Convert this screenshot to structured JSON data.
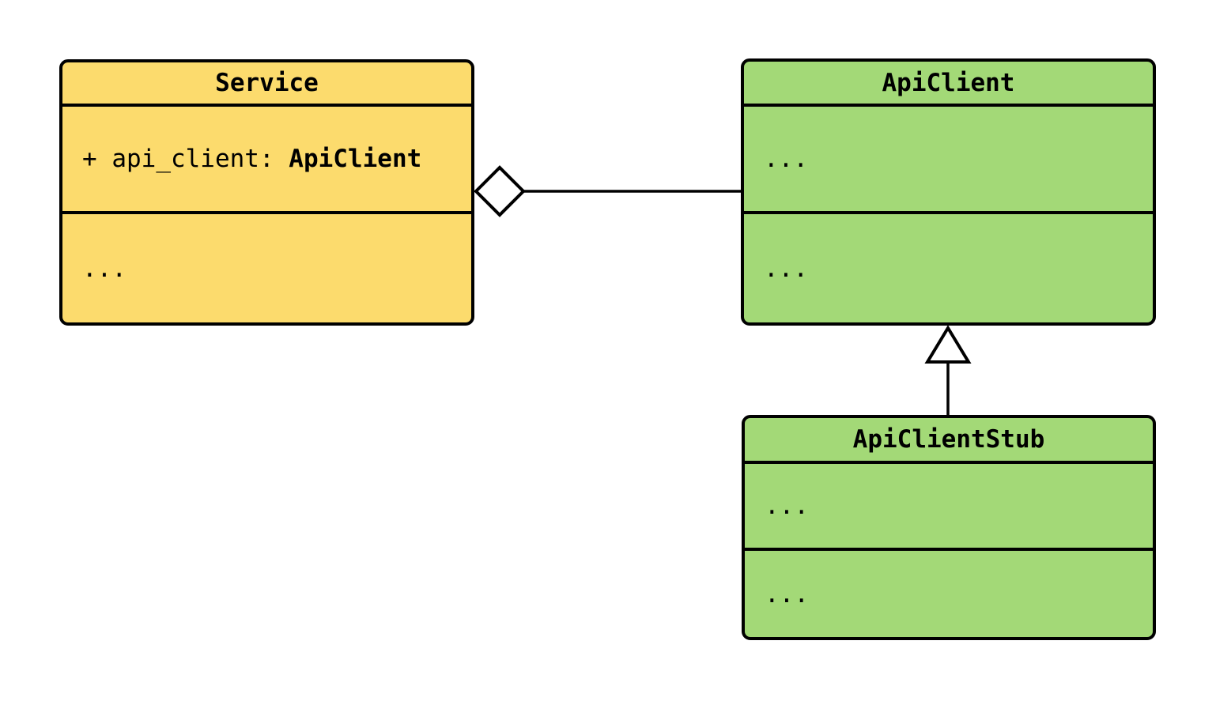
{
  "diagram": {
    "type": "uml-class-diagram",
    "classes": {
      "service": {
        "title": "Service",
        "attribute_plain": "+ api_client: ",
        "attribute_type_bold": "ApiClient",
        "methods_placeholder": "..."
      },
      "api_client": {
        "title": "ApiClient",
        "attributes_placeholder": "...",
        "methods_placeholder": "..."
      },
      "api_client_stub": {
        "title": "ApiClientStub",
        "attributes_placeholder": "...",
        "methods_placeholder": "..."
      }
    },
    "relationships": [
      {
        "type": "aggregation",
        "owner": "Service",
        "part": "ApiClient",
        "marker": "hollow-diamond"
      },
      {
        "type": "inheritance",
        "child": "ApiClientStub",
        "parent": "ApiClient",
        "marker": "hollow-triangle"
      }
    ]
  },
  "colors": {
    "service_fill": "#FCDB6D",
    "api_client_fill": "#A3D977",
    "api_client_stub_fill": "#A3D977",
    "stroke": "#000000",
    "background": "#FFFFFF"
  }
}
